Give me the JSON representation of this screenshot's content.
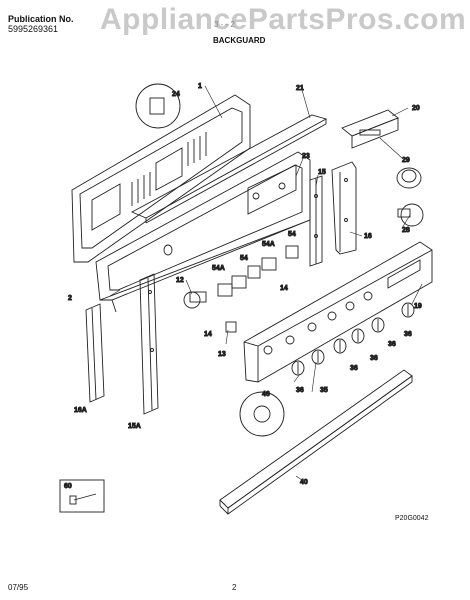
{
  "header": {
    "publication_label": "Publication No.",
    "publication_number": "5995269361",
    "model": "3 - - 2",
    "section_title": "BACKGUARD",
    "watermark": "AppliancePartsPros.com"
  },
  "callouts": {
    "c1": "1",
    "c2": "2",
    "c12": "12",
    "c13": "13",
    "c14a": "14",
    "c14b": "14",
    "c15": "15",
    "c15a": "15A",
    "c16": "16",
    "c16a": "16A",
    "c19": "19",
    "c20": "20",
    "c21": "21",
    "c23": "23",
    "c24": "24",
    "c28": "28",
    "c29": "29",
    "c35": "35",
    "c36a": "36",
    "c36b": "36",
    "c36c": "36",
    "c36d": "36",
    "c36e": "36",
    "c40": "40",
    "c46": "46",
    "c54a": "54",
    "c54b": "54",
    "c54A1": "54A",
    "c54A2": "54A",
    "c60": "60"
  },
  "figure_code": "P20G0042",
  "footer": {
    "date": "07/95",
    "page": "2"
  }
}
